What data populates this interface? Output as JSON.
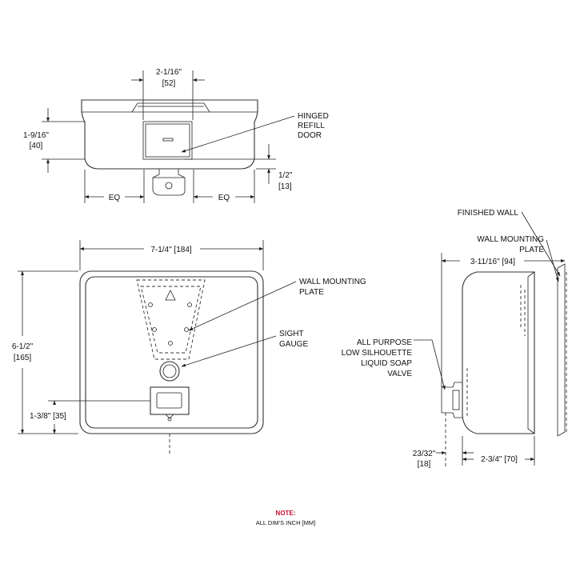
{
  "top_view": {
    "dim_width_top": "2-1/16\"",
    "dim_width_top_mm": "[52]",
    "dim_height_left": "1-9/16\"",
    "dim_height_left_mm": "[40]",
    "dim_valve": "1/2\"",
    "dim_valve_mm": "[13]",
    "eq_left": "EQ",
    "eq_right": "EQ",
    "callout_line1": "HINGED",
    "callout_line2": "REFILL",
    "callout_line3": "DOOR"
  },
  "front_view": {
    "dim_width": "7-1/4\" [184]",
    "dim_height": "6-1/2\"",
    "dim_height_mm": "[165]",
    "dim_door": "1-3/8\" [35]",
    "callout_plate_line1": "WALL MOUNTING",
    "callout_plate_line2": "PLATE",
    "callout_gauge_line1": "SIGHT",
    "callout_gauge_line2": "GAUGE"
  },
  "side_view": {
    "finished_wall": "FINISHED WALL",
    "plate_line1": "WALL MOUNTING",
    "plate_line2": "PLATE",
    "dim_depth": "3-11/16\" [94]",
    "valve_line1": "ALL PURPOSE",
    "valve_line2": "LOW SILHOUETTE",
    "valve_line3": "LIQUID SOAP",
    "valve_line4": "VALVE",
    "dim_valve": "23/32\"",
    "dim_valve_mm": "[18]",
    "dim_base": "2-3/4\" [70]"
  },
  "note": {
    "title": "NOTE:",
    "body": "ALL DIM'S INCH [MM]",
    "title_color": "#c8102e"
  }
}
